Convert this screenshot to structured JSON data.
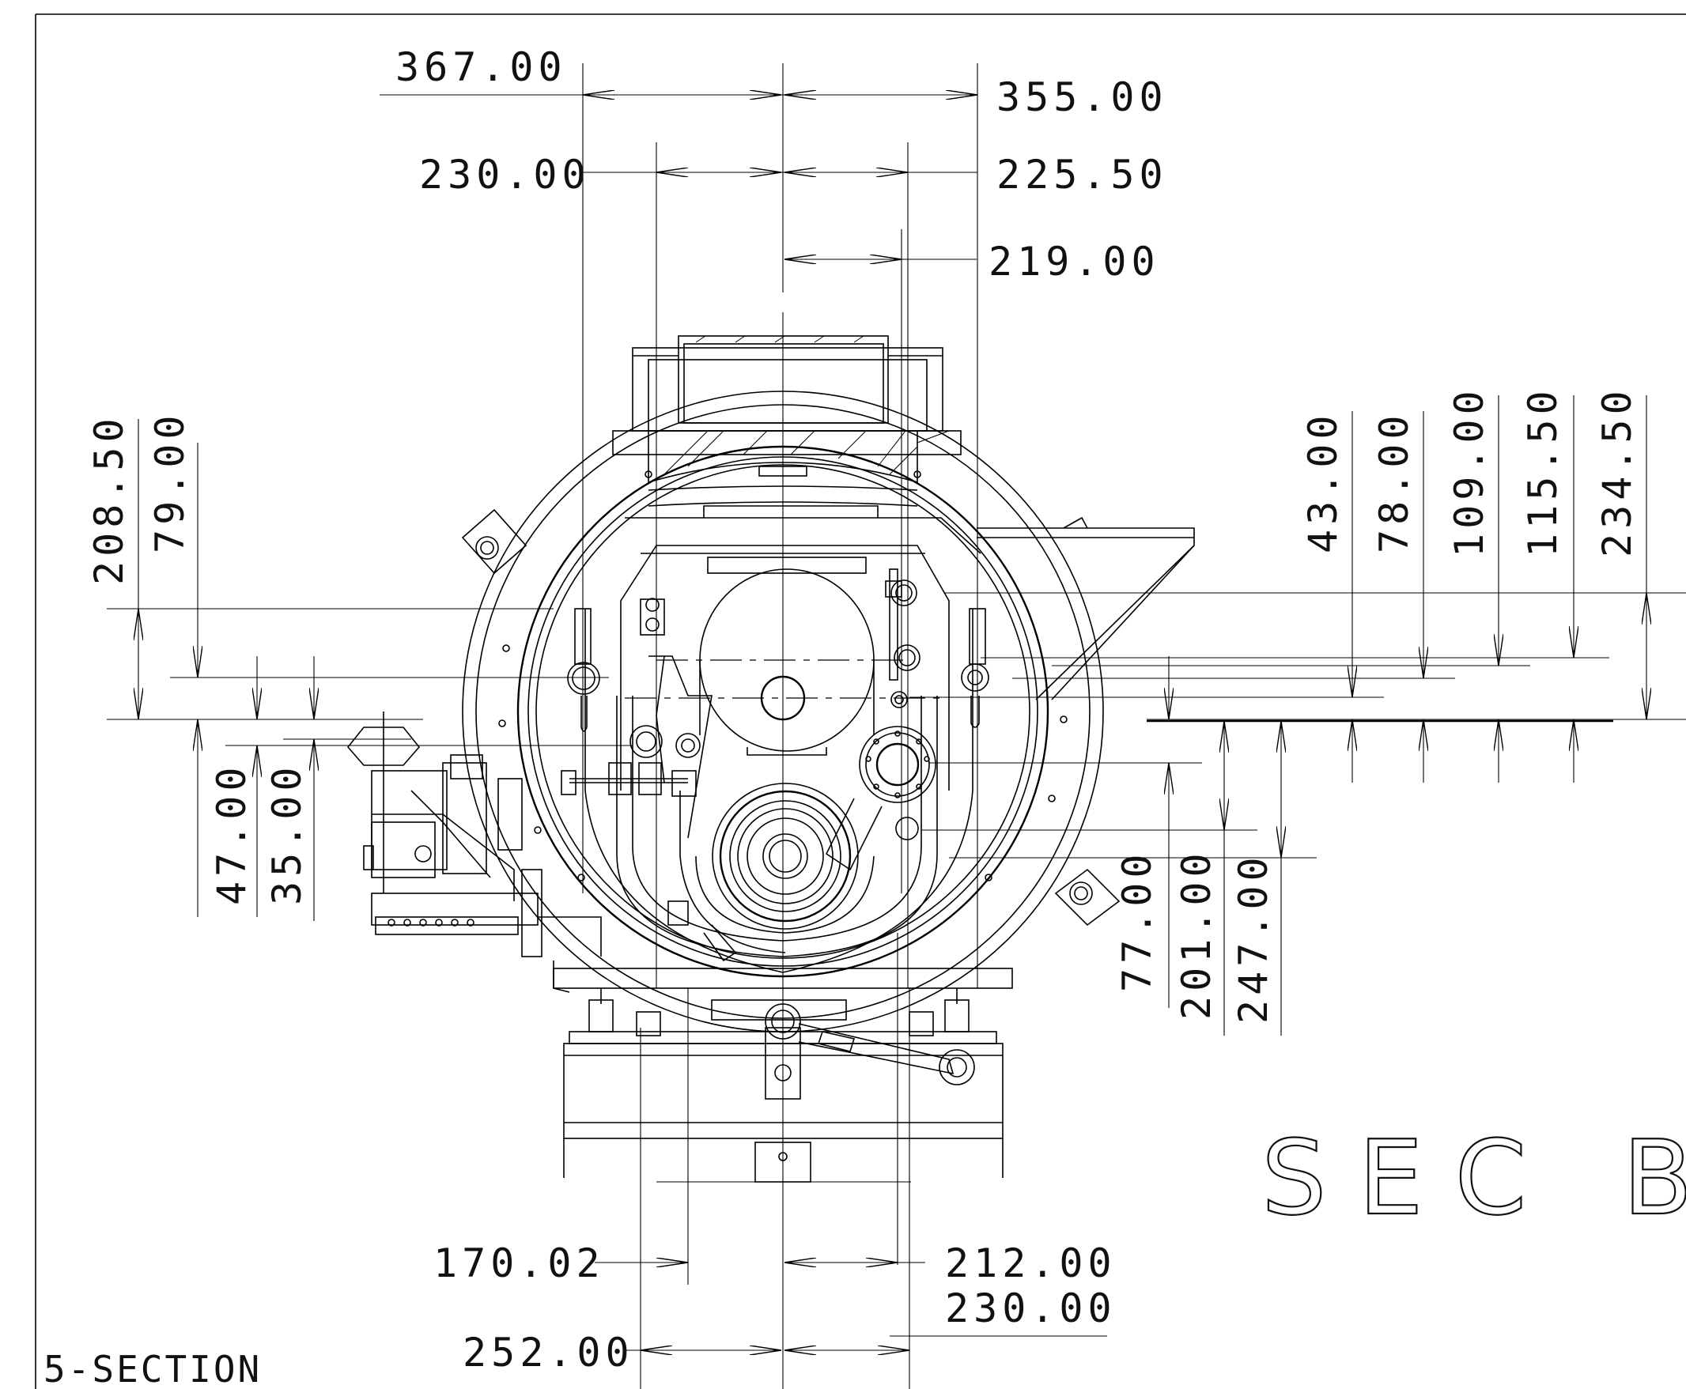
{
  "drawing": {
    "section_title": "SEC B",
    "corner_label": "5-SECTION",
    "dimensions_top": {
      "d367": "367.00",
      "d355": "355.00",
      "d230": "230.00",
      "d225": "225.50",
      "d219": "219.00"
    },
    "dimensions_left": {
      "d208": "208.50",
      "d79": "79.00",
      "d47": "47.00",
      "d35": "35.00"
    },
    "dimensions_right": {
      "d43": "43.00",
      "d78": "78.00",
      "d109": "109.00",
      "d115": "115.50",
      "d234": "234.50",
      "d77": "77.00",
      "d201": "201.00",
      "d247": "247.00"
    },
    "dimensions_bottom": {
      "d170": "170.02",
      "d212": "212.00",
      "d230b": "230.00",
      "d252": "252.00"
    }
  }
}
